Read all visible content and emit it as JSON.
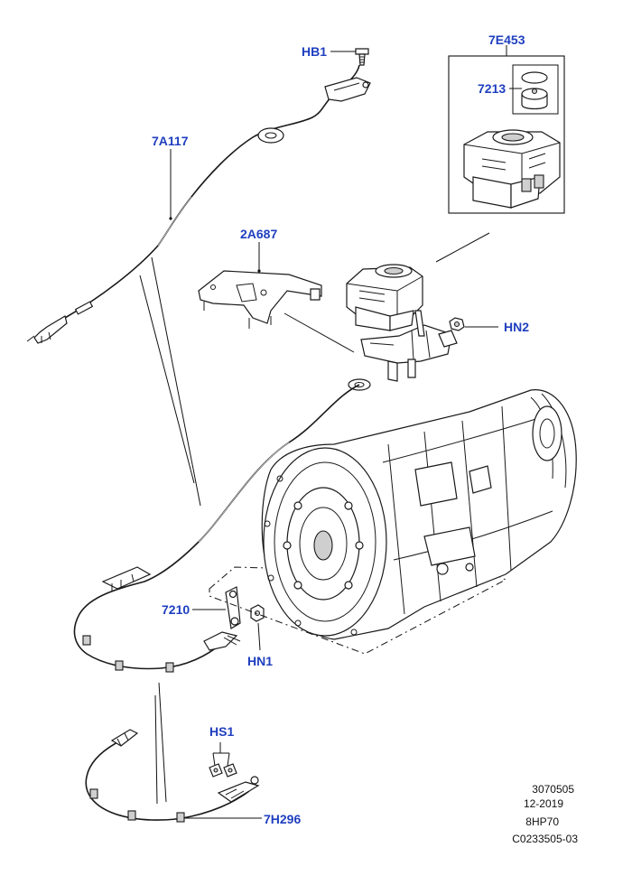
{
  "callouts": {
    "hb1": "HB1",
    "e453": "7E453",
    "p7213": "7213",
    "a117": "7A117",
    "a687": "2A687",
    "hn2": "HN2",
    "p7210": "7210",
    "hn1": "HN1",
    "hs1": "HS1",
    "h296": "7H296"
  },
  "info": {
    "ref": "3070505",
    "date": "12-2019",
    "model": "8HP70",
    "code": "C0233505-03"
  },
  "colors": {
    "callout": "#1f3fbf",
    "line": "#1a1a1a"
  }
}
